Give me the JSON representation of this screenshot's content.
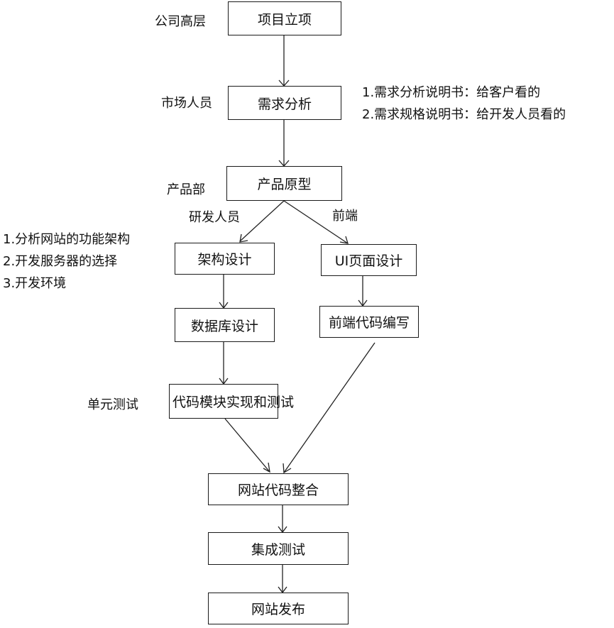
{
  "nodes": {
    "project": "项目立项",
    "requirements": "需求分析",
    "prototype": "产品原型",
    "architecture": "架构设计",
    "ui_design": "UI页面设计",
    "database": "数据库设计",
    "frontend_code": "前端代码编写",
    "module_impl": "代码模块实现和测试",
    "integration": "网站代码整合",
    "integration_test": "集成测试",
    "release": "网站发布"
  },
  "roles": {
    "executives": "公司高层",
    "marketing": "市场人员",
    "product": "产品部",
    "rd": "研发人员",
    "frontend": "前端",
    "unit_test": "单元测试"
  },
  "notes": {
    "requirements": [
      "1.需求分析说明书：给客户看的",
      "2.需求规格说明书：给开发人员看的"
    ],
    "architecture": [
      "1.分析网站的功能架构",
      "2.开发服务器的选择",
      "3.开发环境"
    ]
  }
}
